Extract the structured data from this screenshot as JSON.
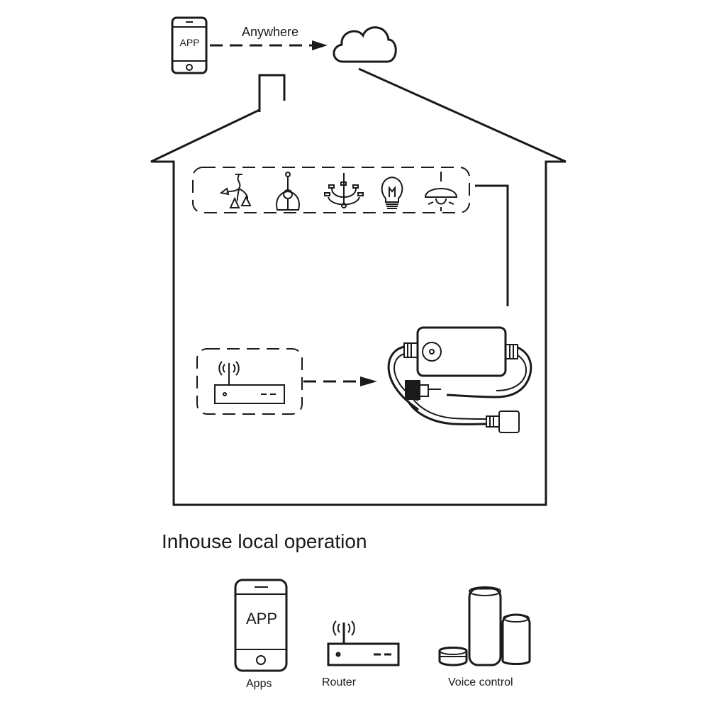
{
  "top": {
    "phone_label": "APP",
    "arrow_label": "Anywhere"
  },
  "title": "Inhouse local operation",
  "devices": {
    "apps": {
      "screen_label": "APP",
      "caption": "Apps"
    },
    "router": {
      "caption": "Router"
    },
    "voice": {
      "caption": "Voice control"
    }
  },
  "icons": {
    "lights": [
      "chandelier-icon",
      "pendant-lamp-icon",
      "candelabra-icon",
      "light-bulb-icon",
      "ceiling-lamp-icon"
    ],
    "cloud": "cloud-icon",
    "router": "wifi-router-icon",
    "controller": "smart-controller-icon"
  },
  "colors": {
    "line": "#1a1a1a",
    "background": "#ffffff"
  }
}
